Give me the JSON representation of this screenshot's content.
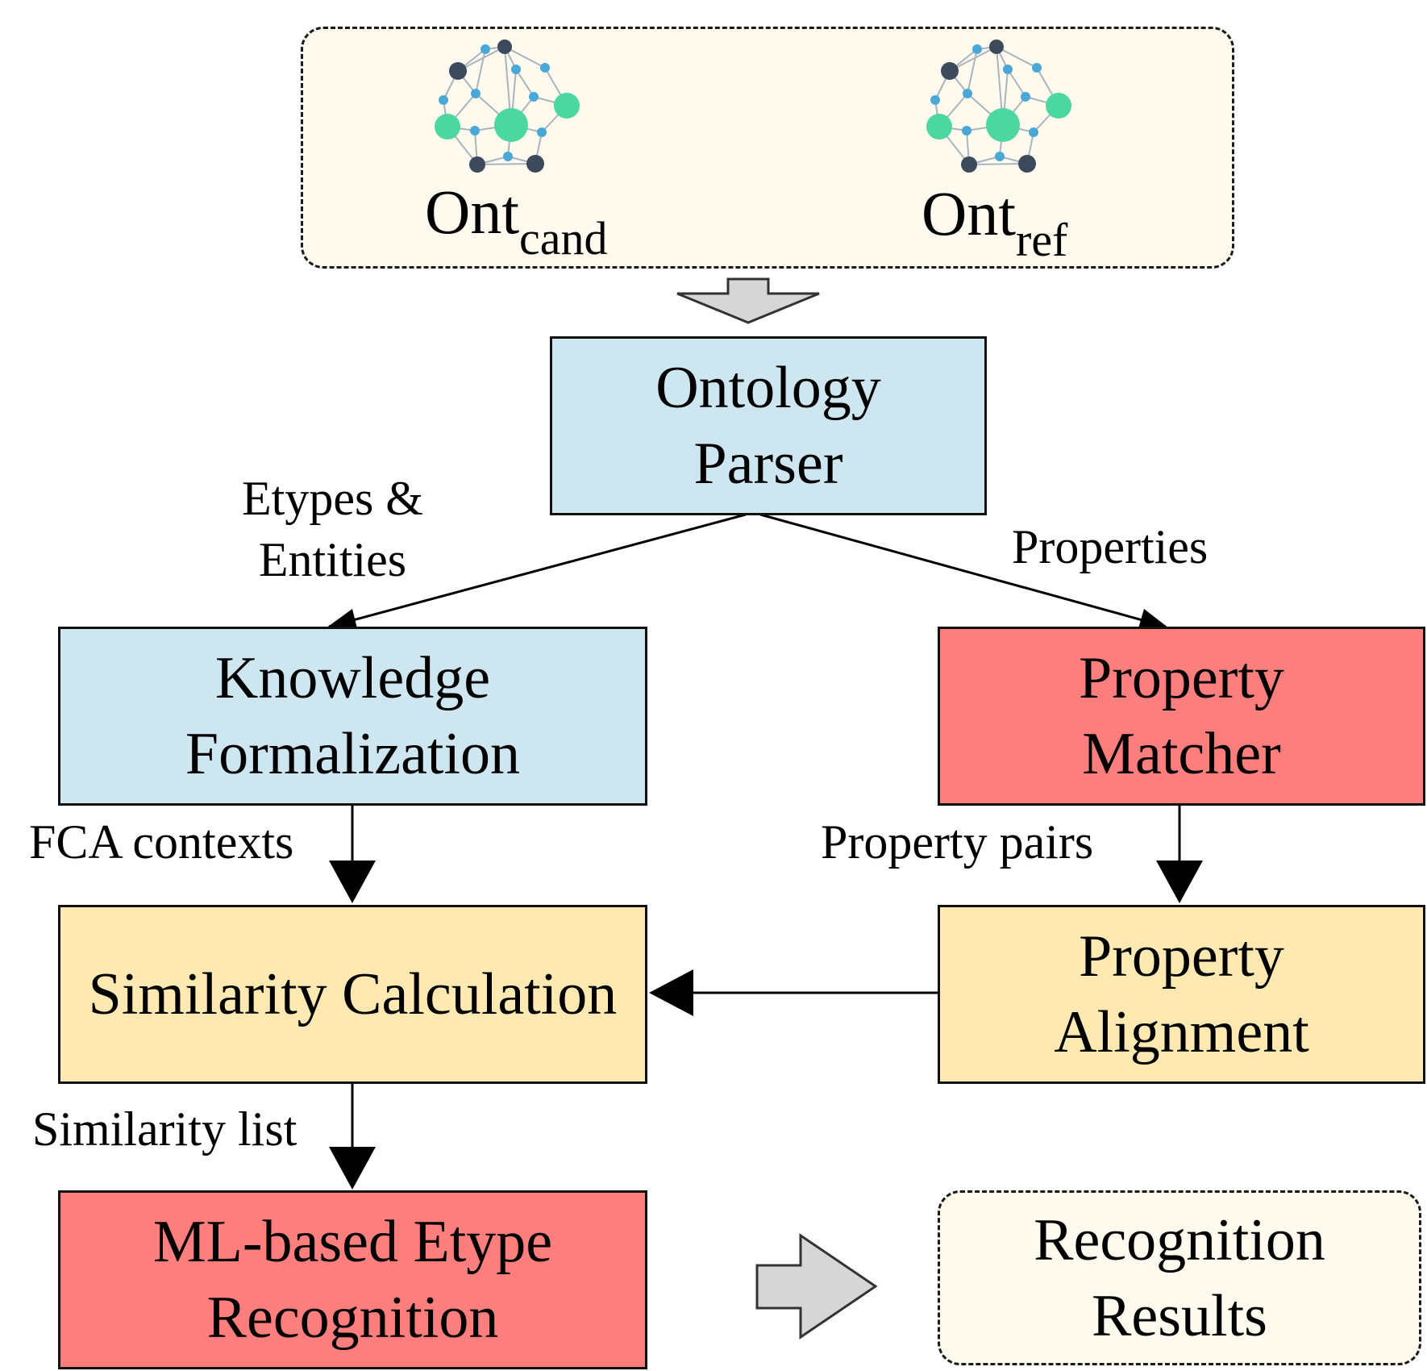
{
  "inputs": {
    "candidate": {
      "base": "Ont",
      "sub": "cand"
    },
    "reference": {
      "base": "Ont",
      "sub": "ref"
    }
  },
  "nodes": {
    "ontology_parser": "Ontology\nParser",
    "knowledge_formalization": "Knowledge\nFormalization",
    "property_matcher": "Property\nMatcher",
    "similarity_calculation": "Similarity Calculation",
    "property_alignment": "Property\nAlignment",
    "ml_etype_recognition": "ML-based Etype\nRecognition",
    "recognition_results": "Recognition\nResults"
  },
  "edges": {
    "etypes_entities": "Etypes &\nEntities",
    "properties": "Properties",
    "fca_contexts": "FCA contexts",
    "property_pairs": "Property pairs",
    "similarity_list": "Similarity list"
  },
  "colors": {
    "blue_box": "#cde6ef",
    "red_box": "#fd7f7d",
    "yellow_box": "#fde9b1",
    "panel_bg": "#fefaee",
    "node_green": "#4dd7a0",
    "node_dark": "#3d4a5c",
    "node_blue": "#4aa8d6",
    "block_arrow_fill": "#d6d6d6"
  },
  "icons": [
    "ontology-graph-icon",
    "ontology-graph-icon"
  ]
}
